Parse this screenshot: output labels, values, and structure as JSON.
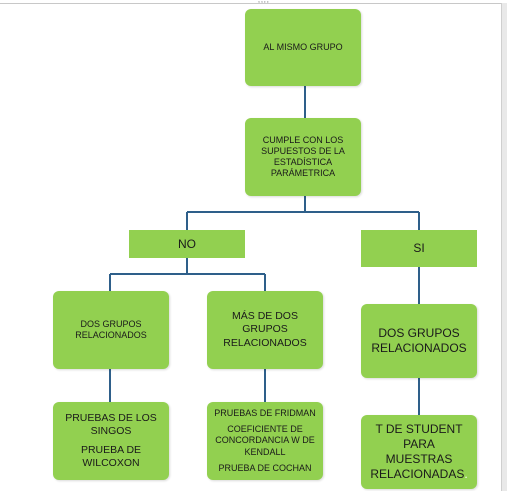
{
  "header_mark": ",,,,",
  "nodes": {
    "root": "AL MISMO GRUPO",
    "question": "CUMPLE CON LOS SUPUESTOS DE  LA ESTADÍSTICA PARÁMETRICA",
    "no": "NO",
    "si": "SI",
    "dos_grupos_no": "DOS GRUPOS RELACIONADOS",
    "mas_de_dos": "MÁS DE DOS GRUPOS RELACIONADOS",
    "dos_grupos_si": "DOS GRUPOS RELACIONADOS",
    "pruebas_signos": "PRUEBAS  DE LOS SINGOS",
    "wilcoxon": "PRUEBA DE WILCOXON",
    "fridman": "PRUEBAS DE FRIDMAN",
    "kendall": "COEFICIENTE DE CONCORDANCIA W DE KENDALL",
    "cochan": "PRUEBA DE COCHAN",
    "t_student": "T DE STUDENT PARA MUESTRAS RELACIONADAS",
    "t_student_dot": "."
  },
  "colors": {
    "box_fill": "#92d050",
    "connector": "#2e5f8a"
  }
}
